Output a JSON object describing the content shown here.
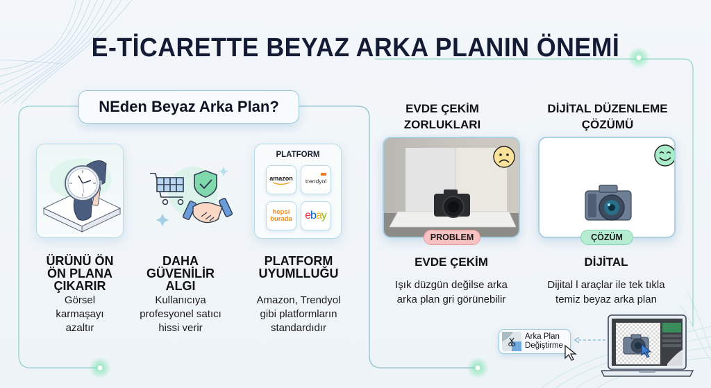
{
  "title": "E-TİCARETTE BEYAZ ARKA PLANIN ÖNEMİ",
  "left_section": {
    "heading": "NEden Beyaz Arka Plan?",
    "columns": [
      {
        "icon": "watch-on-pedestal-icon",
        "title_lines": [
          "ÜRÜNÜ ÖN",
          "ÖN PLANA",
          "ÇIKARIR"
        ],
        "desc_lines": [
          "Görsel",
          "karmaşayı",
          "azaltır"
        ]
      },
      {
        "icon": "cart-shield-handshake-icon",
        "title_lines": [
          "DAHA",
          "GÜVENİLİR",
          "ALGI"
        ],
        "desc_lines": [
          "Kullanıcıya",
          "profesyonel satıcı",
          "hissi verir"
        ]
      },
      {
        "icon": "platform-logos-icon",
        "platform_label": "PLATFORM",
        "logos": [
          {
            "name": "amazon",
            "text": "amazon",
            "color": "#111111"
          },
          {
            "name": "trendyol",
            "text": "trendyol",
            "color": "#333333",
            "badge_color": "#f27a1a"
          },
          {
            "name": "hepsiburada",
            "text_lines": [
              "hepsi",
              "burada"
            ],
            "color": "#f28b1e"
          },
          {
            "name": "ebay",
            "letters": [
              {
                "ch": "e",
                "color": "#e53238"
              },
              {
                "ch": "b",
                "color": "#0064d2"
              },
              {
                "ch": "a",
                "color": "#f5af02"
              },
              {
                "ch": "y",
                "color": "#86b817"
              }
            ]
          }
        ],
        "title_lines": [
          "PLATFORM",
          "UYUMLLUĞU"
        ],
        "desc_lines": [
          "Amazon, Trendyol",
          "gibi platformların",
          "standardıdır"
        ]
      }
    ]
  },
  "right_section": {
    "problem": {
      "heading_lines": [
        "EVDE ÇEKİM",
        "ZORLUKLARI"
      ],
      "emoji": "sad-face-icon",
      "badge": "PROBLEM",
      "badge_color": "#f7b9b9",
      "subtitle": "EVDE ÇEKİM",
      "desc_lines": [
        "Işık düzgün değilse arka",
        "arka plan gri görünebilir"
      ]
    },
    "solution": {
      "heading_lines": [
        "DİJİTAL DÜZENLEME",
        "ÇÖZÜMÜ"
      ],
      "emoji": "happy-face-icon",
      "badge": "ÇÖZÜM",
      "badge_color": "#b5ecd2",
      "subtitle": "DİJİTAL",
      "desc_lines": [
        "Dijital l araçlar ile tek tıkla",
        "temiz beyaz arka plan"
      ]
    },
    "tool_button": {
      "label_lines": [
        "Arka Plan",
        "Değiştirme"
      ]
    }
  },
  "colors": {
    "title": "#141b34",
    "accent_line": "#8fcfcf",
    "card_border": "#b9dbe7",
    "glow_green": "#7fe0b0"
  }
}
